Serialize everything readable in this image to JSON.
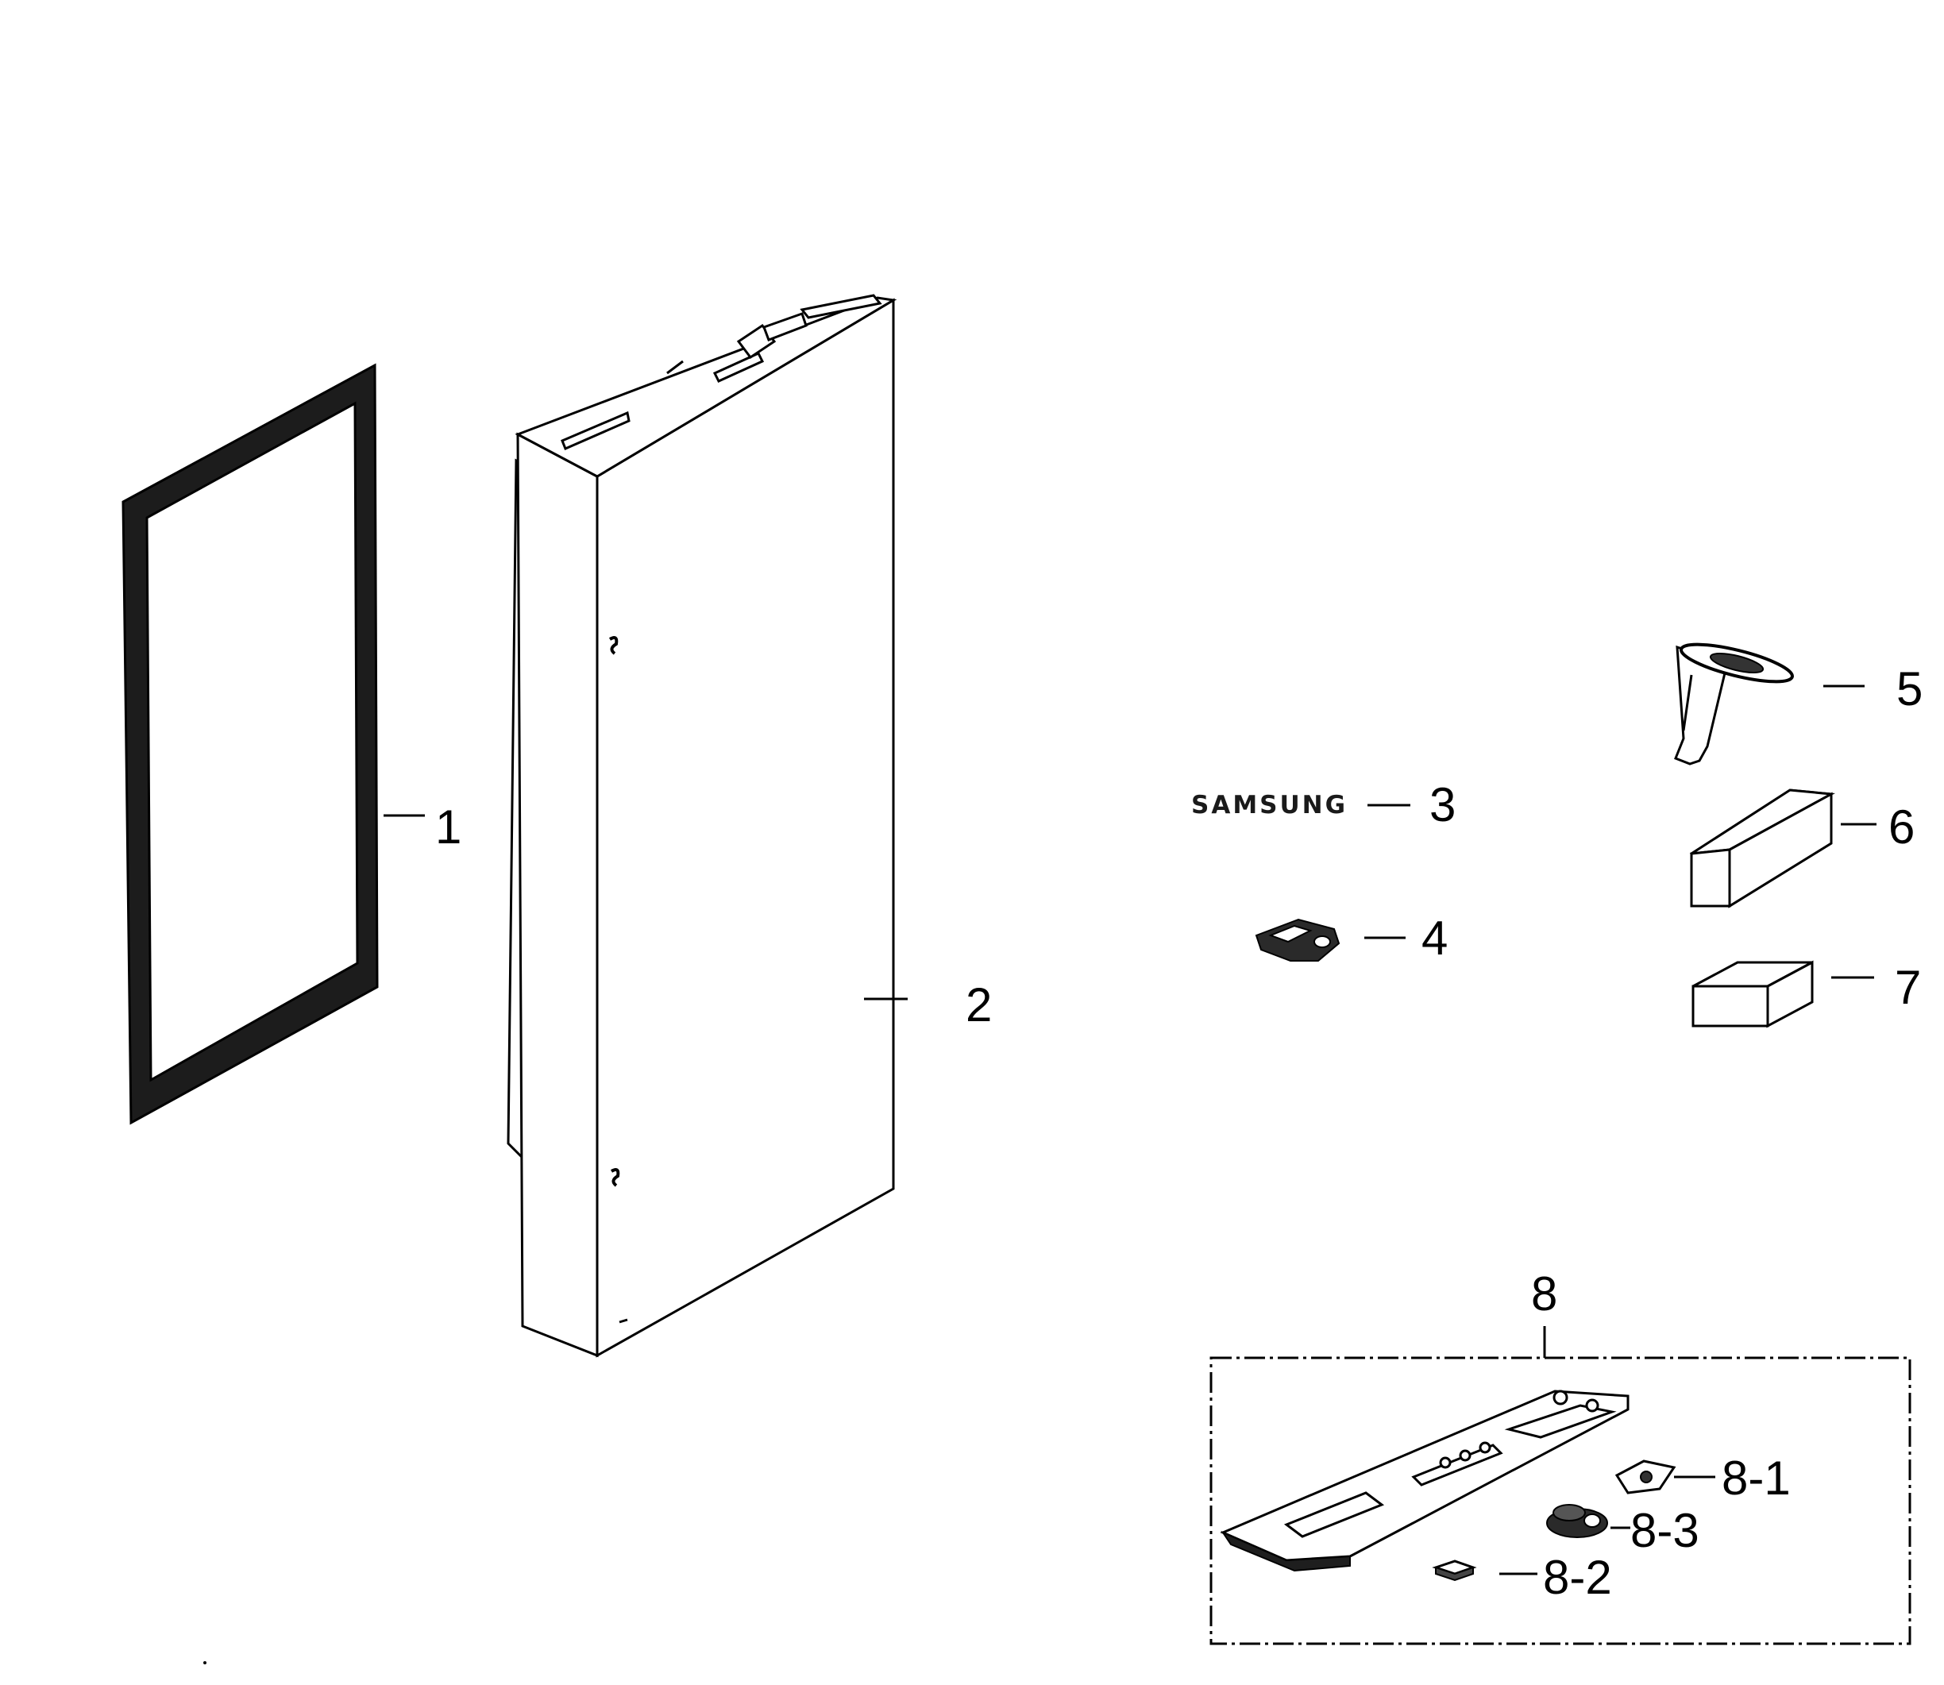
{
  "callouts": {
    "c1": "1",
    "c2": "2",
    "c3": "3",
    "c4": "4",
    "c5": "5",
    "c6": "6",
    "c7": "7",
    "c8": "8",
    "c8_1": "8-1",
    "c8_2": "8-2",
    "c8_3": "8-3"
  },
  "parts": {
    "emblem_text": "SAMSUNG"
  },
  "colors": {
    "line": "#000000",
    "background": "#ffffff"
  }
}
